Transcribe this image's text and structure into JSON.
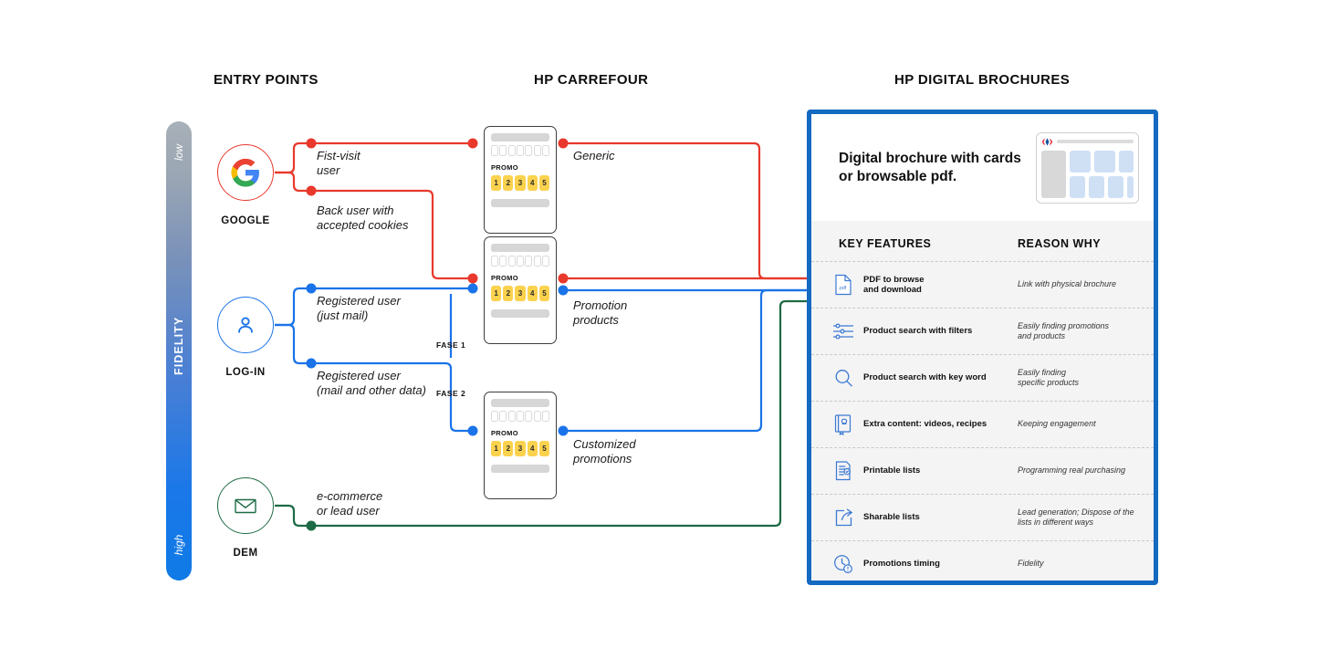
{
  "columns": {
    "entry_points": "ENTRY POINTS",
    "hp_carrefour": "HP CARREFOUR",
    "hp_digital_brochures": "HP DIGITAL BROCHURES"
  },
  "fidelity_axis": {
    "title": "FIDELITY",
    "low": "low",
    "high": "high"
  },
  "entry_points": [
    {
      "id": "google",
      "label": "GOOGLE",
      "icon": "google-logo-icon",
      "color": "#e8392c"
    },
    {
      "id": "login",
      "label": "LOG-IN",
      "icon": "user-person-icon",
      "color": "#1a73e8"
    },
    {
      "id": "dem",
      "label": "DEM",
      "icon": "envelope-mail-icon",
      "color": "#1d6b45"
    }
  ],
  "flows": [
    {
      "id": "first-visit",
      "text": "Fist-visit\nuser",
      "color": "#e8392c"
    },
    {
      "id": "back-user",
      "text": "Back user with\naccepted cookies",
      "color": "#e8392c"
    },
    {
      "id": "registered-just-mail",
      "text": "Registered user\n(just mail)",
      "color": "#1a73e8"
    },
    {
      "id": "registered-other-data",
      "text": "Registered user\n(mail and other data)",
      "color": "#1a73e8"
    },
    {
      "id": "ecommerce-lead",
      "text": "e-commerce\nor lead user",
      "color": "#1d6b45"
    }
  ],
  "phases": [
    {
      "id": "fase-1",
      "label": "FASE 1"
    },
    {
      "id": "fase-2",
      "label": "FASE 2"
    }
  ],
  "promo_cards": [
    {
      "id": "generic",
      "promo_label": "PROMO",
      "numbers": [
        "1",
        "2",
        "3",
        "4",
        "5"
      ],
      "output_label": "Generic"
    },
    {
      "id": "promotion-products",
      "promo_label": "PROMO",
      "numbers": [
        "1",
        "2",
        "3",
        "4",
        "5"
      ],
      "output_label": "Promotion\nproducts"
    },
    {
      "id": "customized-promotions",
      "promo_label": "PROMO",
      "numbers": [
        "1",
        "2",
        "3",
        "4",
        "5"
      ],
      "output_label": "Customized\npromotions"
    }
  ],
  "brochure_panel": {
    "headline": "Digital brochure with cards\nor browsable pdf.",
    "thumbnail_brand": "carrefour-logo-icon",
    "table": {
      "header_features": "KEY FEATURES",
      "header_reason": "REASON WHY",
      "rows": [
        {
          "icon": "pdf-file-icon",
          "feature": "PDF  to browse\nand download",
          "reason": "Link with physical brochure"
        },
        {
          "icon": "filter-sliders-icon",
          "feature": "Product search with filters",
          "reason": "Easily finding promotions\nand products"
        },
        {
          "icon": "magnifier-search-icon",
          "feature": "Product search with key word",
          "reason": "Easily finding\nspecific products"
        },
        {
          "icon": "book-recipe-icon",
          "feature": "Extra content: videos, recipes",
          "reason": "Keeping engagement"
        },
        {
          "icon": "printable-list-icon",
          "feature": "Printable lists",
          "reason": "Programming real purchasing"
        },
        {
          "icon": "share-arrow-icon",
          "feature": "Sharable lists",
          "reason": "Lead generation; Dispose of the\nlists in different ways"
        },
        {
          "icon": "clock-timing-icon",
          "feature": "Promotions timing",
          "reason": "Fidelity"
        }
      ]
    }
  },
  "colors": {
    "red": "#e8392c",
    "blue": "#1a73e8",
    "green": "#1d6b45",
    "panel_border": "#1469c0",
    "promo_yellow": "#fbd24e"
  }
}
